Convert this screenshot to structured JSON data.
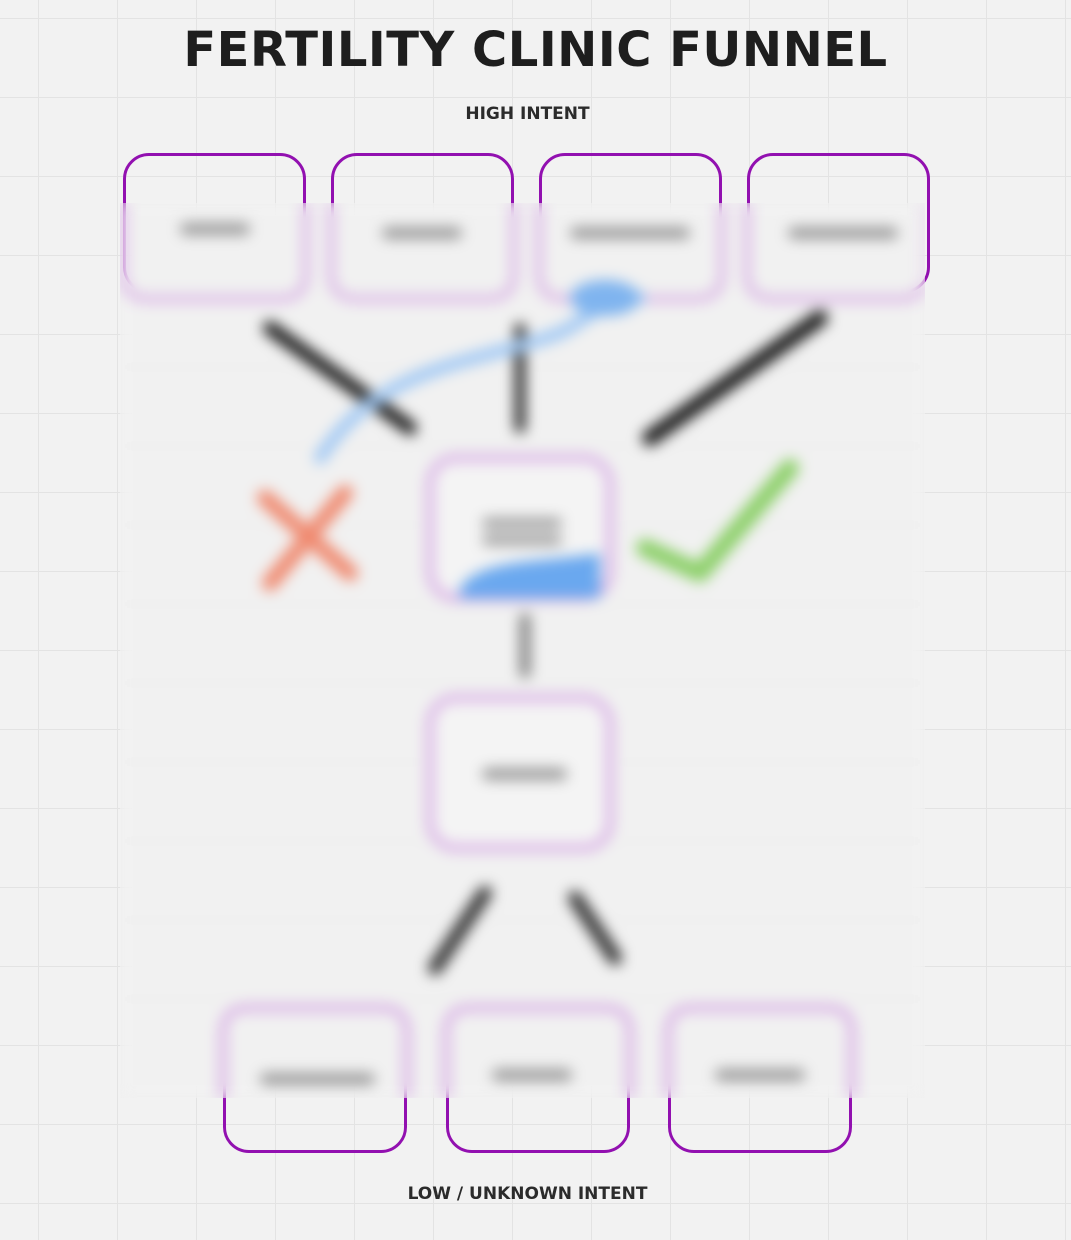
{
  "diagram": {
    "title": "FERTILITY CLINIC FUNNEL",
    "top_label": "HIGH INTENT",
    "bottom_label": "LOW / UNKNOWN INTENT",
    "colors": {
      "box_border": "#9210b0",
      "box_border_blurred": "#c98bdd",
      "arrow": "#1b1b1b",
      "cross": "#f06b4f",
      "check": "#7bc94a",
      "highlight": "#4a97ef"
    },
    "icons": [
      "cross-icon",
      "check-icon"
    ]
  }
}
